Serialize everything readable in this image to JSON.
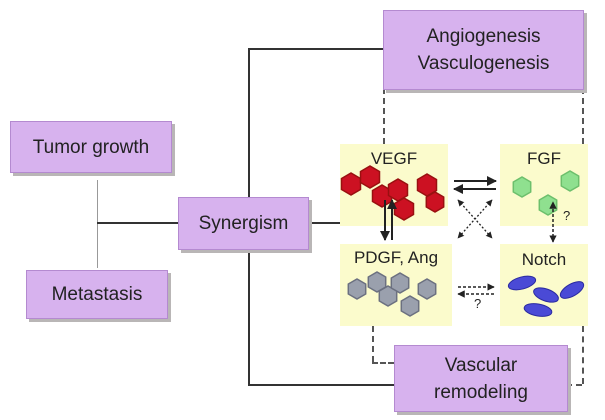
{
  "boxes": {
    "tumor_growth": "Tumor growth",
    "metastasis": "Metastasis",
    "synergism": "Synergism",
    "angio_line1": "Angiogenesis",
    "angio_line2": "Vasculogenesis",
    "remodel_line1": "Vascular",
    "remodel_line2": "remodeling"
  },
  "factors": {
    "vegf": "VEGF",
    "fgf": "FGF",
    "pdgf_ang": "PDGF, Ang",
    "notch": "Notch"
  },
  "unknown_marks": {
    "fgf_notch": "?",
    "pdgf_notch": "?"
  },
  "colors": {
    "box_fill": "#d7b2ee",
    "panel_fill": "#fbfbcc",
    "vegf_cells": "#cc1122",
    "fgf_cells": "#8fe08f",
    "pdgf_cells": "#9aa0ad",
    "notch_cells": "#4a4ad6"
  }
}
